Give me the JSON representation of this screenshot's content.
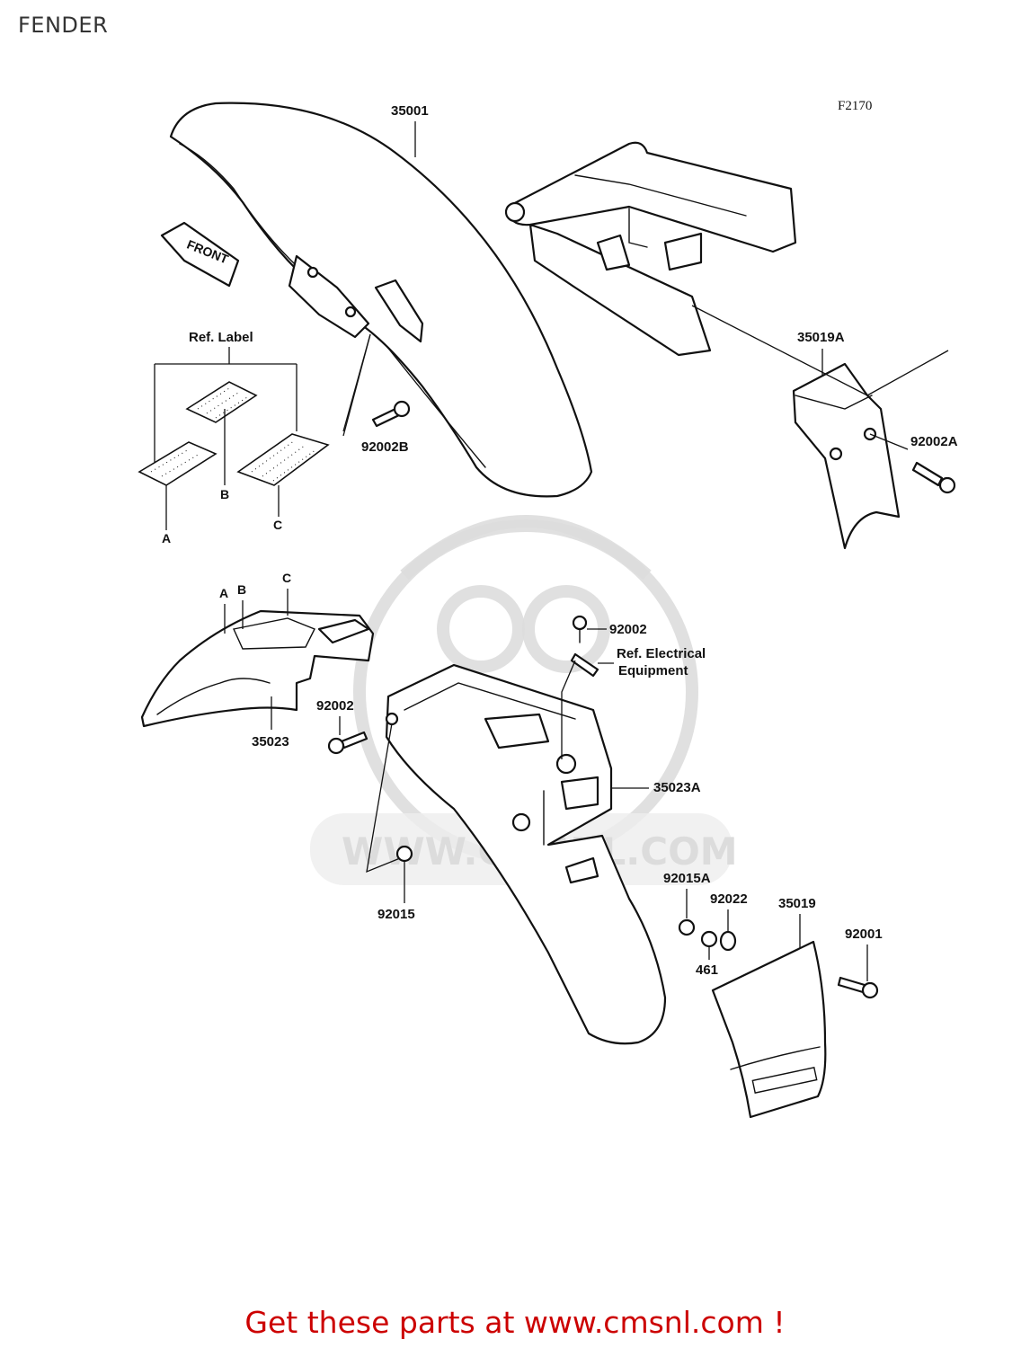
{
  "page": {
    "title": "FENDER"
  },
  "diagram": {
    "ref_code": "F2170",
    "direction_tag": "FRONT",
    "callouts": {
      "p35001": "35001",
      "p35019A": "35019A",
      "p92002A": "92002A",
      "p92002B": "92002B",
      "ref_label": "Ref. Label",
      "label_a": "A",
      "label_b": "B",
      "label_c": "C",
      "rear_a": "A",
      "rear_b": "B",
      "rear_c": "C",
      "p35023": "35023",
      "p92002_left": "92002",
      "p92002_top": "92002",
      "ref_electrical_1": "Ref. Electrical",
      "ref_electrical_2": "Equipment",
      "p35023A": "35023A",
      "p92015": "92015",
      "p92015A": "92015A",
      "p92022": "92022",
      "p35019": "35019",
      "p461": "461",
      "p92001": "92001"
    },
    "watermark": "WWW.CMSNL.COM"
  },
  "cta": {
    "text": "Get these parts at www.cmsnl.com !"
  },
  "colors": {
    "cta": "#cc0000",
    "line": "#111111",
    "watermark": "#dddddd"
  }
}
